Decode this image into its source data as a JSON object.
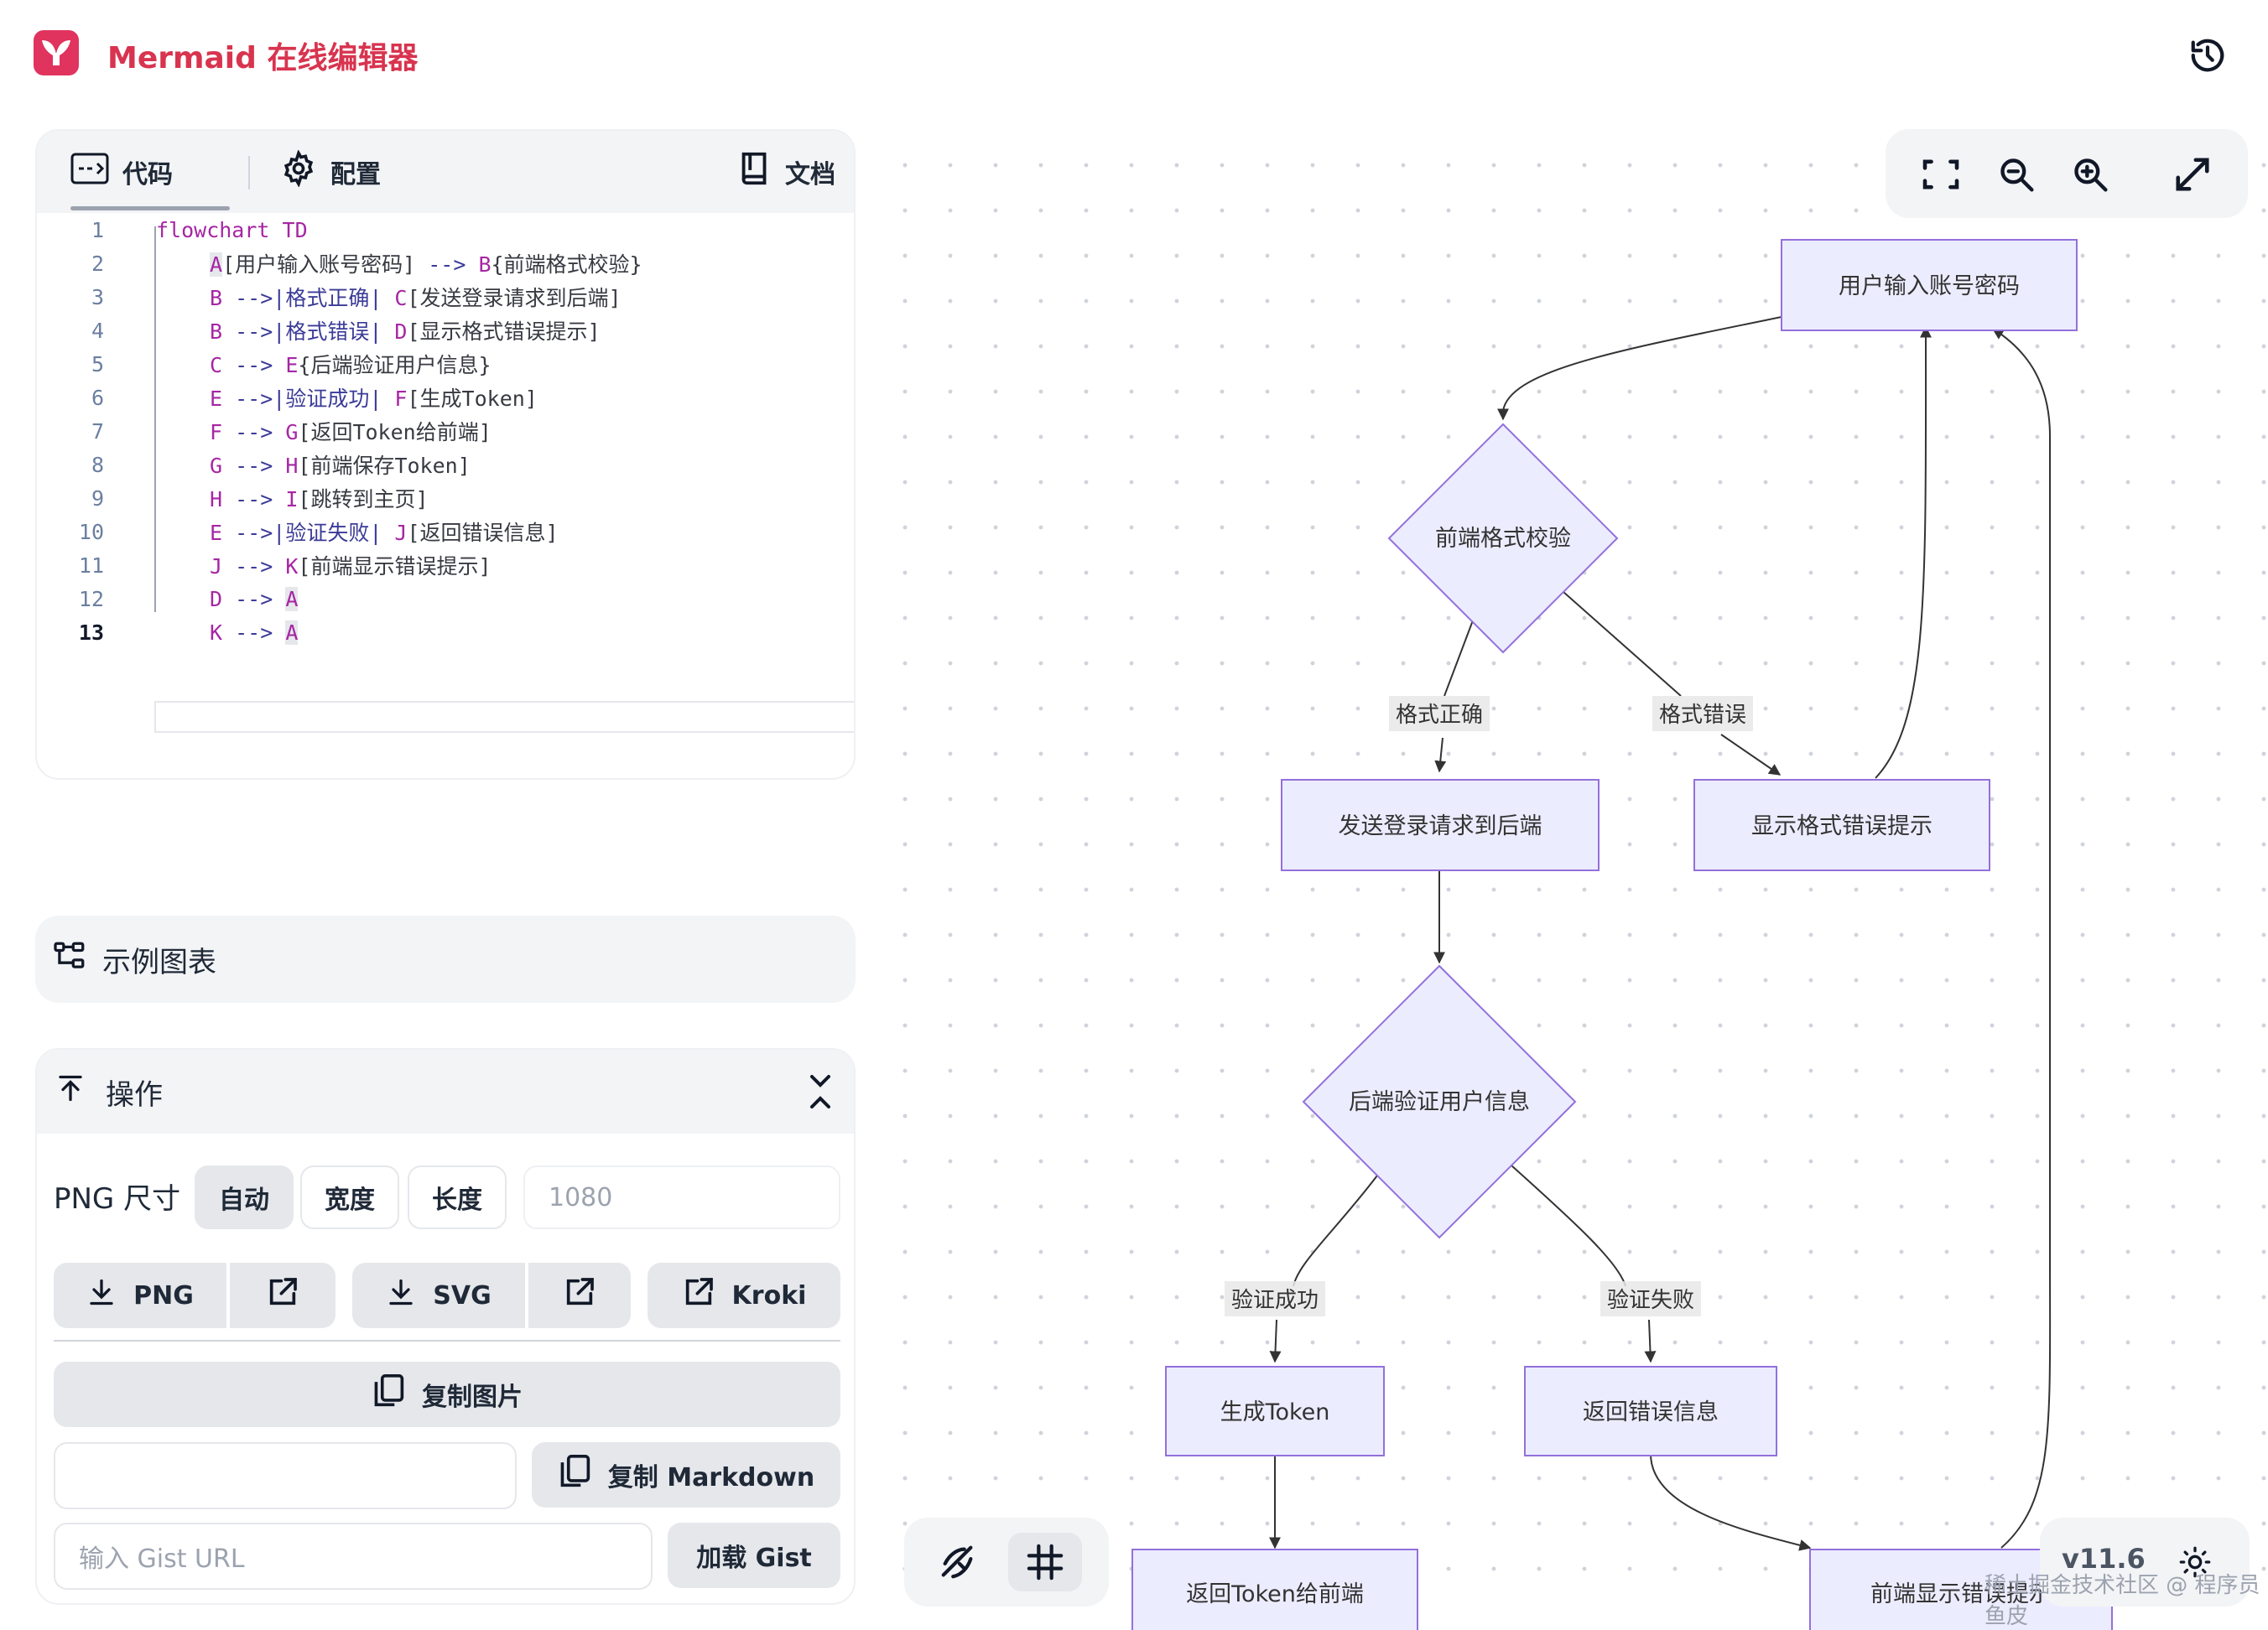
{
  "app": {
    "title": "Mermaid 在线编辑器"
  },
  "editor": {
    "tabs": {
      "code": "代码",
      "config": "配置",
      "docs": "文档"
    },
    "lines": [
      {
        "n": "1"
      },
      {
        "n": "2"
      },
      {
        "n": "3"
      },
      {
        "n": "4"
      },
      {
        "n": "5"
      },
      {
        "n": "6"
      },
      {
        "n": "7"
      },
      {
        "n": "8"
      },
      {
        "n": "9"
      },
      {
        "n": "10"
      },
      {
        "n": "11"
      },
      {
        "n": "12"
      },
      {
        "n": "13"
      }
    ],
    "code": {
      "l1": [
        "flowchart",
        " TD"
      ],
      "l2": [
        "A",
        "[用户输入账号密码]",
        " --> ",
        "B",
        "{前端格式校验}"
      ],
      "l3": [
        "B",
        " -->|格式正确| ",
        "C",
        "[发送登录请求到后端]"
      ],
      "l4": [
        "B",
        " -->|格式错误| ",
        "D",
        "[显示格式错误提示]"
      ],
      "l5": [
        "C",
        " --> ",
        "E",
        "{后端验证用户信息}"
      ],
      "l6": [
        "E",
        " -->|验证成功| ",
        "F",
        "[生成Token]"
      ],
      "l7": [
        "F",
        " --> ",
        "G",
        "[返回Token给前端]"
      ],
      "l8": [
        "G",
        " --> ",
        "H",
        "[前端保存Token]"
      ],
      "l9": [
        "H",
        " --> ",
        "I",
        "[跳转到主页]"
      ],
      "l10": [
        "E",
        " -->|验证失败| ",
        "J",
        "[返回错误信息]"
      ],
      "l11": [
        "J",
        " --> ",
        "K",
        "[前端显示错误提示]"
      ],
      "l12": [
        "D",
        " --> ",
        "A"
      ],
      "l13": [
        "K",
        " --> ",
        "A"
      ]
    }
  },
  "examples": {
    "label": "示例图表"
  },
  "actions": {
    "label": "操作",
    "png_size_label": "PNG 尺寸",
    "size_options": [
      "自动",
      "宽度",
      "长度"
    ],
    "selected_size": "自动",
    "size_placeholder": "1080",
    "png_button": "PNG",
    "svg_button": "SVG",
    "kroki_button": "Kroki",
    "copy_image_button": "复制图片",
    "copy_markdown_button": "复制 Markdown",
    "gist_placeholder": "输入 Gist URL",
    "load_gist_button": "加载 Gist"
  },
  "diagram": {
    "nodes": {
      "A": "用户输入账号密码",
      "B": "前端格式校验",
      "C": "发送登录请求到后端",
      "D": "显示格式错误提示",
      "E": "后端验证用户信息",
      "F": "生成Token",
      "G": "返回Token给前端",
      "K": "前端显示错误提示"
    },
    "edge_labels": {
      "format_ok": "格式正确",
      "format_err": "格式错误",
      "verify_ok": "验证成功",
      "verify_fail": "验证失败"
    },
    "colors": {
      "node_fill": "#ECECFF",
      "node_stroke": "#9370DB",
      "edge": "#333333"
    }
  },
  "canvas": {
    "version": "v11.6",
    "watermark": "稀土掘金技术社区 @ 程序员鱼皮"
  },
  "icons": {
    "logo": "mermaid-logo-icon",
    "history": "history-icon",
    "code": "code-icon",
    "config": "gear-icon",
    "docs": "book-icon",
    "examples": "diagram-icon",
    "actions": "upload-icon",
    "collapse": "chevrons-collapse-icon",
    "download": "download-icon",
    "external": "external-link-icon",
    "copy": "copy-icon",
    "fit": "fit-screen-icon",
    "zoom_out": "zoom-out-icon",
    "zoom_in": "zoom-in-icon",
    "expand": "expand-icon",
    "pan": "pan-icon",
    "grid": "grid-icon",
    "theme": "sun-icon"
  }
}
